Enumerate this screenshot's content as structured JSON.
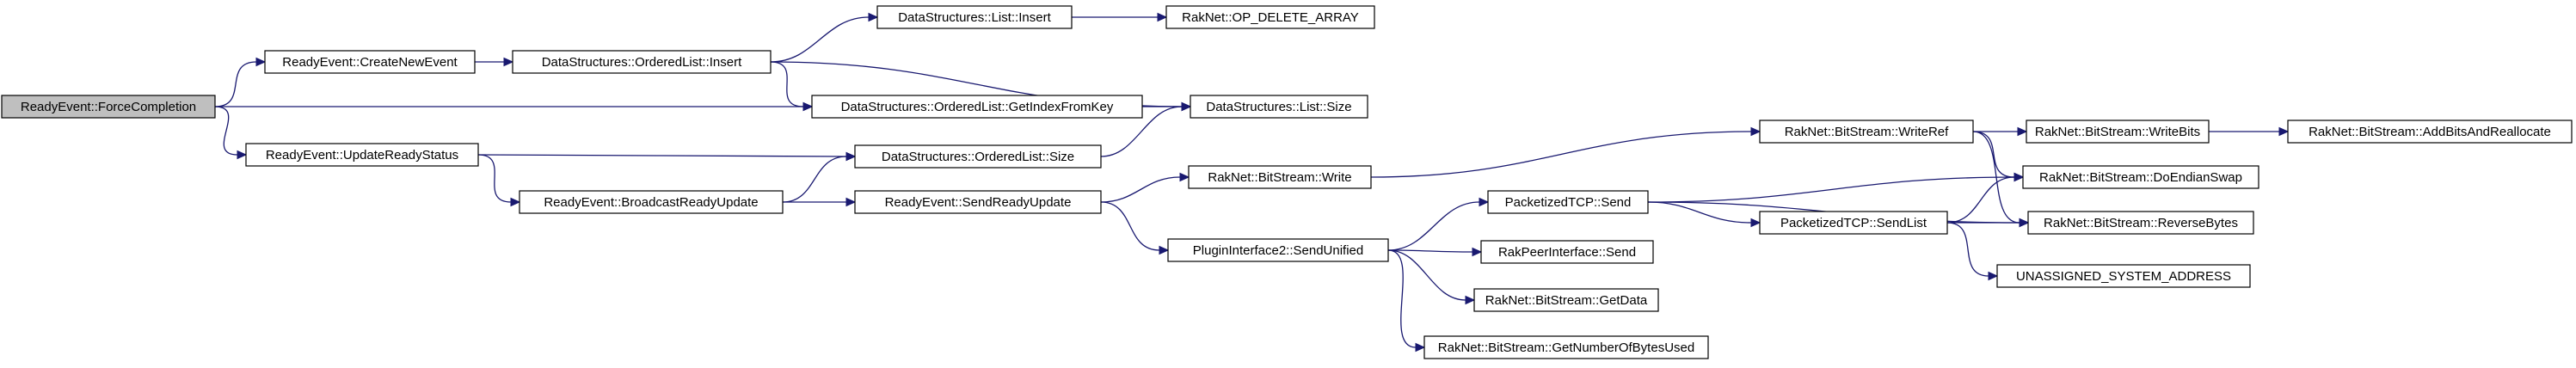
{
  "diagram": {
    "title": "",
    "colors": {
      "edge": "#191970",
      "root_fill": "#bfbfbf",
      "node_fill": "#ffffff",
      "border": "#000000"
    },
    "nodes": [
      {
        "id": "n0",
        "label": "ReadyEvent::ForceCompletion",
        "root": true
      },
      {
        "id": "n1",
        "label": "ReadyEvent::CreateNewEvent"
      },
      {
        "id": "n2",
        "label": "ReadyEvent::UpdateReadyStatus"
      },
      {
        "id": "n3",
        "label": "DataStructures::OrderedList::Insert"
      },
      {
        "id": "n4",
        "label": "DataStructures::OrderedList::GetIndexFromKey"
      },
      {
        "id": "n5",
        "label": "DataStructures::List::Insert"
      },
      {
        "id": "n6",
        "label": "RakNet::OP_DELETE_ARRAY"
      },
      {
        "id": "n7",
        "label": "DataStructures::List::Size"
      },
      {
        "id": "n8",
        "label": "DataStructures::OrderedList::Size"
      },
      {
        "id": "n9",
        "label": "ReadyEvent::BroadcastReadyUpdate"
      },
      {
        "id": "n10",
        "label": "ReadyEvent::SendReadyUpdate"
      },
      {
        "id": "n11",
        "label": "RakNet::BitStream::Write"
      },
      {
        "id": "n12",
        "label": "PluginInterface2::SendUnified"
      },
      {
        "id": "n13",
        "label": "PacketizedTCP::Send"
      },
      {
        "id": "n14",
        "label": "RakPeerInterface::Send"
      },
      {
        "id": "n15",
        "label": "RakNet::BitStream::GetData"
      },
      {
        "id": "n16",
        "label": "RakNet::BitStream::GetNumberOfBytesUsed"
      },
      {
        "id": "n17",
        "label": "RakNet::BitStream::WriteRef"
      },
      {
        "id": "n18",
        "label": "PacketizedTCP::SendList"
      },
      {
        "id": "n19",
        "label": "RakNet::BitStream::WriteBits"
      },
      {
        "id": "n20",
        "label": "RakNet::BitStream::AddBitsAndReallocate"
      },
      {
        "id": "n21",
        "label": "RakNet::BitStream::DoEndianSwap"
      },
      {
        "id": "n22",
        "label": "RakNet::BitStream::ReverseBytes"
      },
      {
        "id": "n23",
        "label": "UNASSIGNED_SYSTEM_ADDRESS"
      }
    ],
    "edges": [
      [
        "n0",
        "n1"
      ],
      [
        "n0",
        "n4"
      ],
      [
        "n0",
        "n2"
      ],
      [
        "n1",
        "n3"
      ],
      [
        "n3",
        "n5"
      ],
      [
        "n3",
        "n4"
      ],
      [
        "n3",
        "n7"
      ],
      [
        "n5",
        "n6"
      ],
      [
        "n4",
        "n7"
      ],
      [
        "n2",
        "n8"
      ],
      [
        "n2",
        "n9"
      ],
      [
        "n8",
        "n7"
      ],
      [
        "n9",
        "n8"
      ],
      [
        "n9",
        "n10"
      ],
      [
        "n10",
        "n11"
      ],
      [
        "n10",
        "n12"
      ],
      [
        "n11",
        "n17"
      ],
      [
        "n12",
        "n13"
      ],
      [
        "n12",
        "n14"
      ],
      [
        "n12",
        "n15"
      ],
      [
        "n12",
        "n16"
      ],
      [
        "n13",
        "n21"
      ],
      [
        "n13",
        "n18"
      ],
      [
        "n13",
        "n22"
      ],
      [
        "n17",
        "n19"
      ],
      [
        "n17",
        "n21"
      ],
      [
        "n17",
        "n22"
      ],
      [
        "n18",
        "n21"
      ],
      [
        "n18",
        "n22"
      ],
      [
        "n18",
        "n23"
      ],
      [
        "n19",
        "n20"
      ]
    ]
  }
}
